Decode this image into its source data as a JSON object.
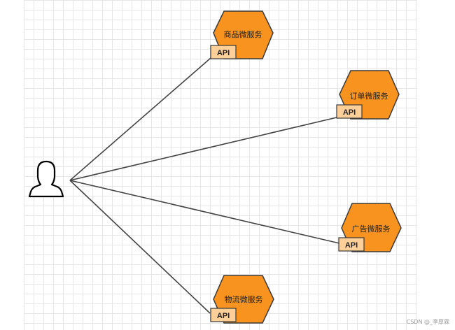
{
  "user": {
    "icon": "user-silhouette-icon"
  },
  "services": [
    {
      "name": "商品微服务",
      "api": "API"
    },
    {
      "name": "订单微服务",
      "api": "API"
    },
    {
      "name": "广告微服务",
      "api": "API"
    },
    {
      "name": "物流微服务",
      "api": "API"
    }
  ],
  "colors": {
    "hex_fill": "#f7931e",
    "hex_stroke": "#3a3a3a",
    "api_fill": "#ffcf9a",
    "api_stroke": "#3a3a3a",
    "line": "#444444",
    "grid": "#e6e6e6"
  },
  "watermark": "CSDN @_李厚霖"
}
